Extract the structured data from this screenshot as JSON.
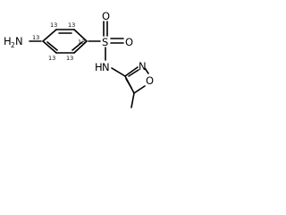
{
  "structure": {
    "atoms": {
      "amine_h": "H",
      "amine_h_count": "2",
      "amine_n": "N",
      "sulfur": "S",
      "sulfonyl_o_upper": "O",
      "sulfonyl_o_lower": "O",
      "sulfonamide_h": "H",
      "sulfonamide_n": "N",
      "ring_n": "N",
      "ring_o": "O"
    },
    "isotope_labels": {
      "c1": "13",
      "c2": "13",
      "c3": "13",
      "c4": "13",
      "c5": "13",
      "c6": "13"
    }
  }
}
